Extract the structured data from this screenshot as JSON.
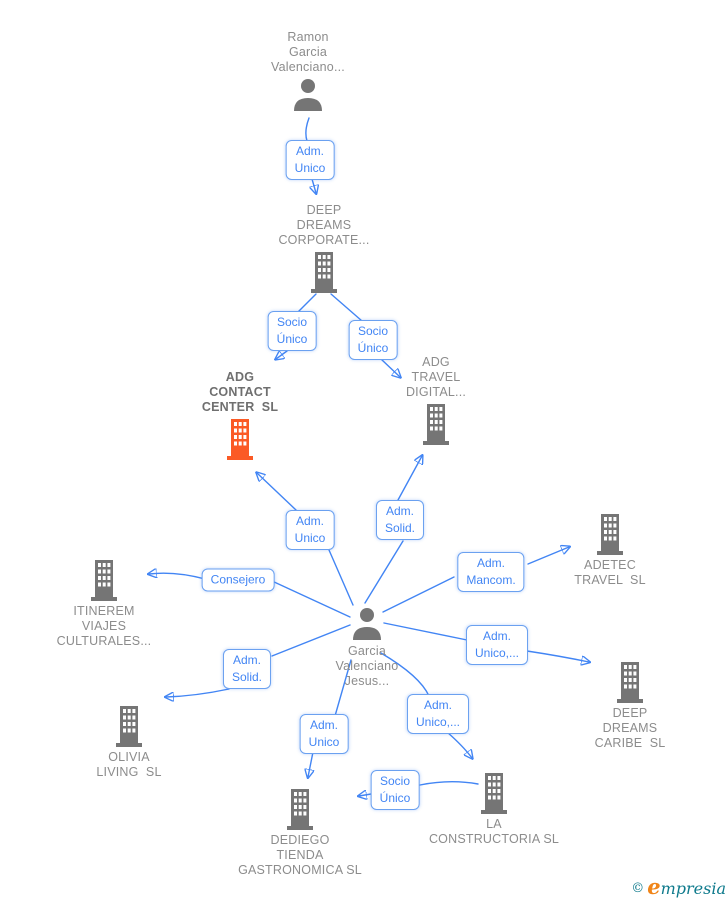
{
  "palette": {
    "edge_blue": "#4285f4",
    "node_gray": "#757575",
    "highlight_orange": "#fb5a25",
    "label_gray": "#8c8c8c",
    "watermark_teal": "#0e7a8c",
    "watermark_orange": "#f08519"
  },
  "nodes": [
    {
      "id": "ramon-garcia-valenciano",
      "type": "person",
      "label": "Ramon\nGarcia\nValenciano...",
      "label_position": "above",
      "highlighted": false
    },
    {
      "id": "deep-dreams-corporate",
      "type": "company",
      "label": "DEEP\nDREAMS\nCORPORATE...",
      "label_position": "above",
      "highlighted": false
    },
    {
      "id": "adg-contact-center",
      "type": "company",
      "label": "ADG\nCONTACT\nCENTER  SL",
      "label_position": "above",
      "highlighted": true
    },
    {
      "id": "adg-travel-digital",
      "type": "company",
      "label": "ADG\nTRAVEL\nDIGITAL...",
      "label_position": "above",
      "highlighted": false
    },
    {
      "id": "adetec-travel",
      "type": "company",
      "label": "ADETEC\nTRAVEL  SL",
      "label_position": "below",
      "highlighted": false
    },
    {
      "id": "itinerem-viajes",
      "type": "company",
      "label": "ITINEREM\nVIAJES\nCULTURALES...",
      "label_position": "below",
      "highlighted": false
    },
    {
      "id": "garcia-valenciano-jesus",
      "type": "person",
      "label": "Garcia\nValenciano\nJesus...",
      "label_position": "below",
      "highlighted": false
    },
    {
      "id": "deep-dreams-caribe",
      "type": "company",
      "label": "DEEP\nDREAMS\nCARIBE  SL",
      "label_position": "below",
      "highlighted": false
    },
    {
      "id": "olivia-living",
      "type": "company",
      "label": "OLIVIA\nLIVING  SL",
      "label_position": "below",
      "highlighted": false
    },
    {
      "id": "dediego-tienda",
      "type": "company",
      "label": "DEDIEGO\nTIENDA\nGASTRONOMICA SL",
      "label_position": "below",
      "highlighted": false
    },
    {
      "id": "la-constructoria",
      "type": "company",
      "label": "LA\nCONSTRUCTORIA SL",
      "label_position": "below",
      "highlighted": false
    }
  ],
  "edges": [
    {
      "from": "ramon-garcia-valenciano",
      "to": "deep-dreams-corporate",
      "label": "Adm.\nUnico"
    },
    {
      "from": "deep-dreams-corporate",
      "to": "adg-contact-center",
      "label": "Socio\nÚnico"
    },
    {
      "from": "deep-dreams-corporate",
      "to": "adg-travel-digital",
      "label": "Socio\nÚnico"
    },
    {
      "from": "garcia-valenciano-jesus",
      "to": "adg-contact-center",
      "label": "Adm.\nUnico"
    },
    {
      "from": "garcia-valenciano-jesus",
      "to": "adg-travel-digital",
      "label": "Adm.\nSolid."
    },
    {
      "from": "garcia-valenciano-jesus",
      "to": "adetec-travel",
      "label": "Adm.\nMancom."
    },
    {
      "from": "garcia-valenciano-jesus",
      "to": "itinerem-viajes",
      "label": "Consejero"
    },
    {
      "from": "garcia-valenciano-jesus",
      "to": "deep-dreams-caribe",
      "label": "Adm.\nUnico,..."
    },
    {
      "from": "garcia-valenciano-jesus",
      "to": "olivia-living",
      "label": "Adm.\nSolid."
    },
    {
      "from": "garcia-valenciano-jesus",
      "to": "dediego-tienda",
      "label": "Adm.\nUnico"
    },
    {
      "from": "garcia-valenciano-jesus",
      "to": "la-constructoria",
      "label": "Adm.\nUnico,..."
    },
    {
      "from": "la-constructoria",
      "to": "dediego-tienda",
      "label": "Socio\nÚnico"
    }
  ],
  "watermark": {
    "copyright": "©",
    "brand_initial": "e",
    "brand_rest": "mpresia"
  }
}
